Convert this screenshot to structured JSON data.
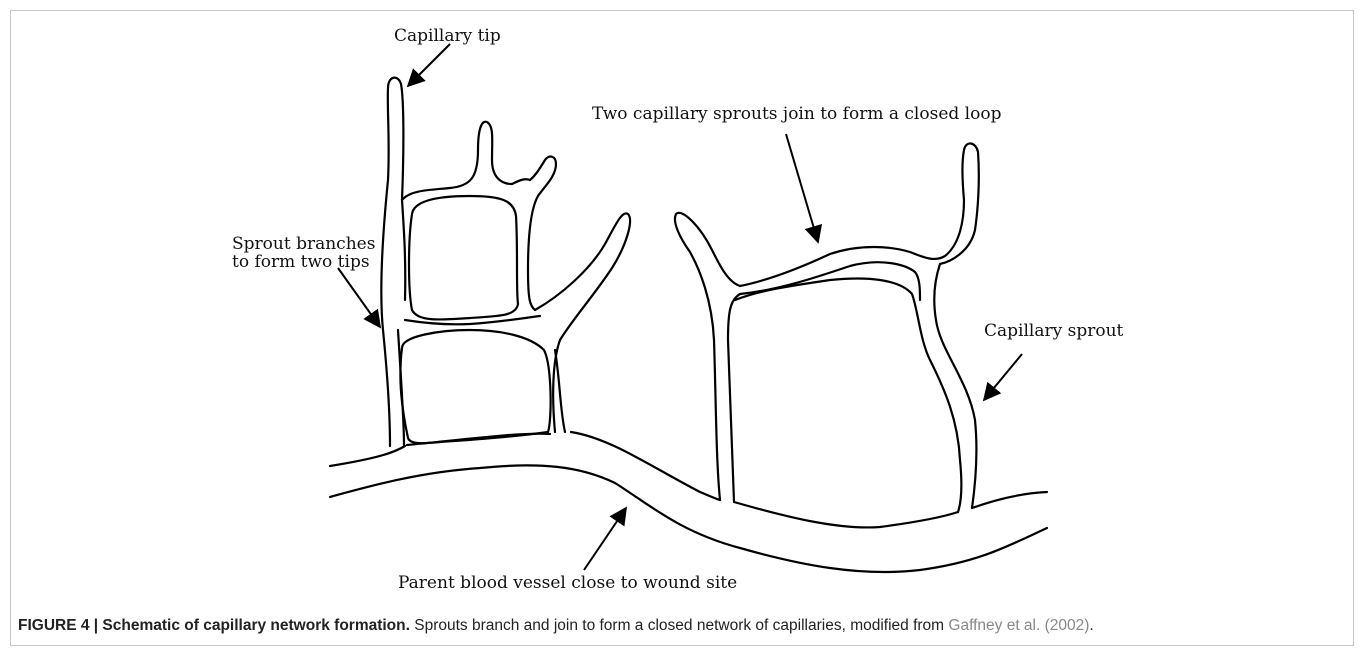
{
  "labels": {
    "capillary_tip": "Capillary tip",
    "closed_loop": "Two capillary sprouts join to form a closed loop",
    "branch_line1": "Sprout branches",
    "branch_line2": "to form two tips",
    "capillary_sprout": "Capillary sprout",
    "parent_vessel": "Parent blood vessel close to wound site"
  },
  "caption": {
    "figure_label": "FIGURE 4 | Schematic of capillary network formation.",
    "text": " Sprouts branch and join to form a closed network of capillaries, modified from ",
    "reference": "Gaffney et al. (2002)",
    "end": "."
  },
  "colors": {
    "stroke": "#000000",
    "reference": "#888888",
    "border": "#c8c8c8"
  }
}
